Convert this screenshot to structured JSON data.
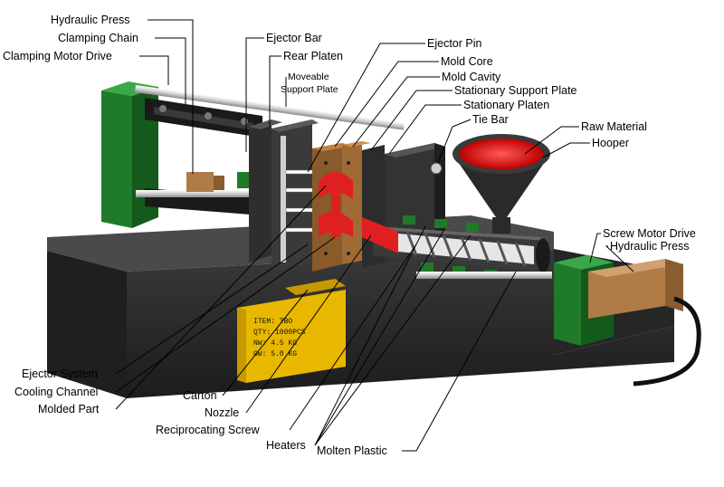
{
  "labels": {
    "hydraulic_press_top": "Hydraulic Press",
    "clamping_chain": "Clamping Chain",
    "clamping_motor_drive": "Clamping Motor Drive",
    "ejector_bar": "Ejector Bar",
    "rear_platen": "Rear Platen",
    "moveable_support_plate_1": "Moveable",
    "moveable_support_plate_2": "Support Plate",
    "ejector_pin": "Ejector Pin",
    "mold_core": "Mold Core",
    "mold_cavity": "Mold Cavity",
    "stationary_support_plate": "Stationary Support Plate",
    "stationary_platen": "Stationary Platen",
    "tie_bar": "Tie Bar",
    "raw_material": "Raw Material",
    "hopper": "Hooper",
    "screw_motor_drive": "Screw Motor Drive",
    "hydraulic_press_right": "Hydraulic Press",
    "ejector_system": "Ejector System",
    "cooling_channel": "Cooling Channel",
    "molded_part": "Molded Part",
    "carton": "Carton",
    "nozzle": "Nozzle",
    "reciprocating_screw": "Reciprocating Screw",
    "heaters": "Heaters",
    "molten_plastic": "Molten Plastic"
  },
  "carton_label": {
    "line1": "ITEM: TBO",
    "line2": "QTY: 1000PCS",
    "line3": "NW: 4.5 KG",
    "line4": "GW: 5.0 KG"
  },
  "colors": {
    "base": "#2a2a2a",
    "motor_drive": "#1f7a2a",
    "hydraulic_press": "#b07b45",
    "mold": "#8a5a2b",
    "molten": "#e02020",
    "steel": "#d9d9d9",
    "carton": "#e8b800"
  }
}
